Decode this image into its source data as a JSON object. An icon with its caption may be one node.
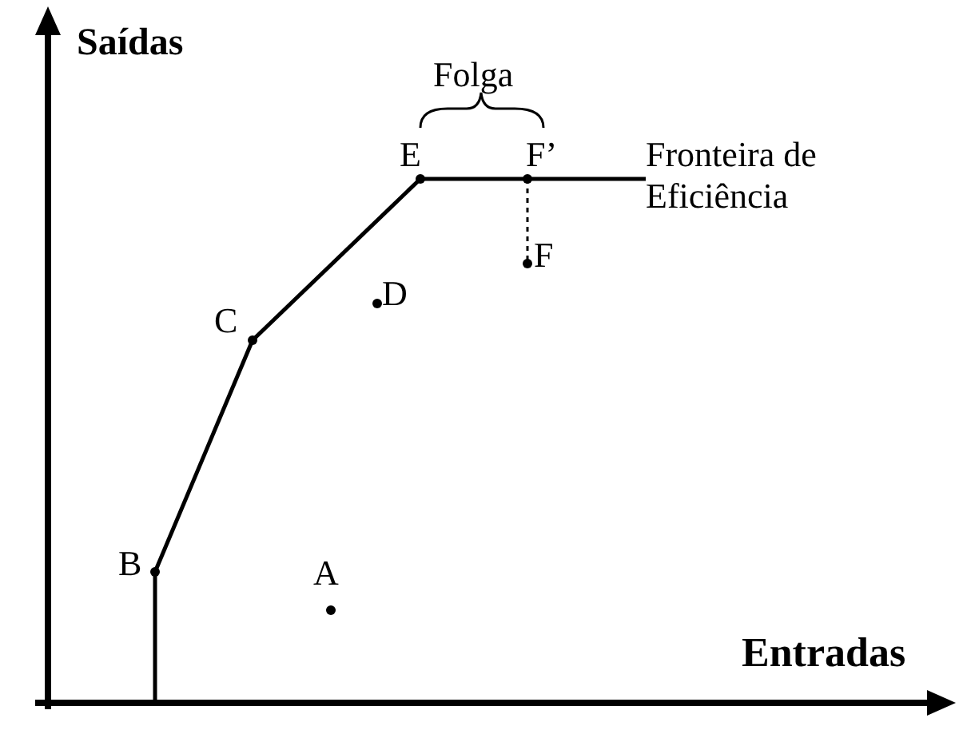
{
  "diagram": {
    "nodes": [
      {
        "text": [
          "E"
        ]
      },
      {
        "text": [
          "F’"
        ]
      },
      {
        "text": [
          "F"
        ]
      },
      {
        "text": [
          "D"
        ]
      },
      {
        "text": [
          "C"
        ]
      },
      {
        "text": [
          "B"
        ]
      },
      {
        "text": [
          "A"
        ]
      },
      {
        "text": [
          "Fronteira de Eficiência"
        ]
      }
    ],
    "edges": [
      {
        "from": null,
        "to": 5,
        "arrow": "none"
      },
      {
        "from": 5,
        "to": 4,
        "arrow": "none"
      },
      {
        "from": 4,
        "to": 0,
        "arrow": "none"
      },
      {
        "from": 0,
        "to": 1,
        "arrow": "none"
      },
      {
        "from": 1,
        "to": 2,
        "arrow": "none",
        "style": "dashed"
      },
      {
        "from": 1,
        "to": 7,
        "arrow": "none"
      }
    ],
    "labels": [
      "Saídas",
      "Folga",
      "Entradas"
    ]
  }
}
